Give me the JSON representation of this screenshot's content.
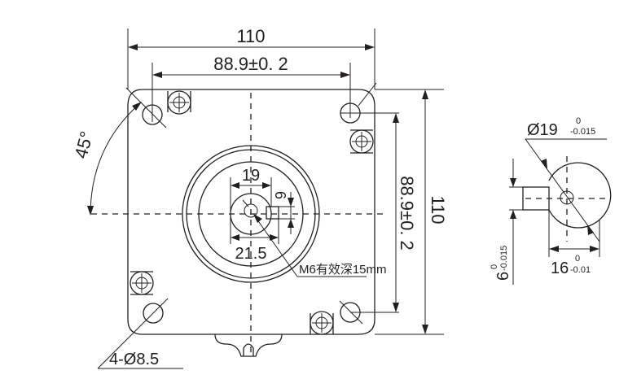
{
  "drawing": {
    "type": "motor flange mounting dimension drawing",
    "front_view": {
      "overall_width": "110",
      "hole_spacing_horizontal": "88.9±0. 2",
      "overall_height": "110",
      "hole_spacing_vertical": "88.9±0. 2",
      "angle": "45°",
      "mounting_holes": "4-Ø8.5",
      "shaft_diameter": "19",
      "key_width": "6",
      "shaft_key_height": "21.5",
      "thread_note": "M6有效深15mm"
    },
    "shaft_section": {
      "diameter_base": "Ø19",
      "diameter_tol_upper": "0",
      "diameter_tol_lower": "-0.015",
      "key_width_base": "6",
      "key_width_tol_upper": "0",
      "key_width_tol_lower": "-0.015",
      "flat_base": "16",
      "flat_tol_upper": "0",
      "flat_tol_lower": "-0.01"
    },
    "colors": {
      "line": "#231f20",
      "background": "#ffffff"
    }
  }
}
